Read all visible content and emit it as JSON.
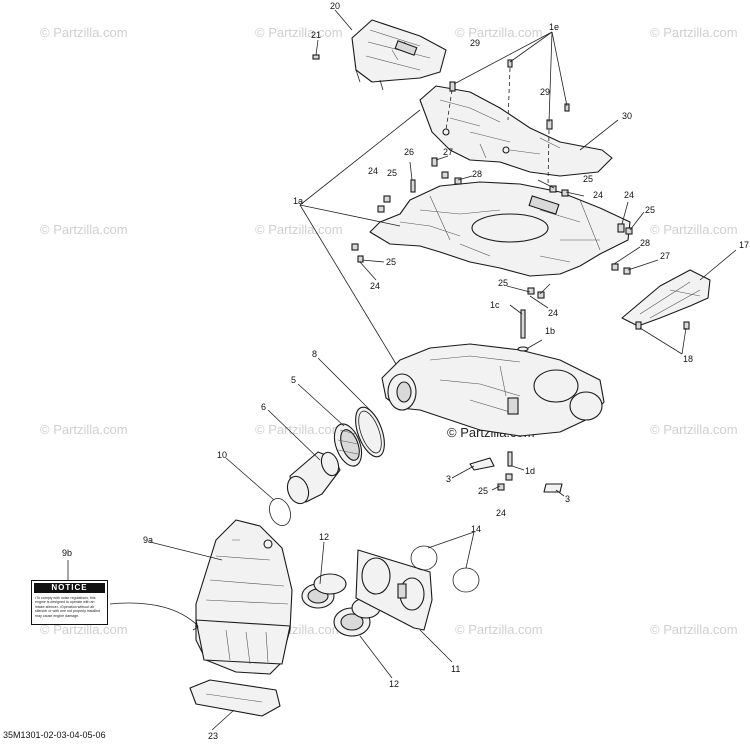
{
  "watermark": {
    "text": "© Partzilla.com",
    "center_text": "© Partzilla.com"
  },
  "notice": {
    "title": "NOTICE",
    "body": "•To comply with noise regulations, this engine is designed to operate with an intake silencer. •Operation without air silencer or with one not properly installed may cause engine damage."
  },
  "diagram_id": "35M1301-02-03-04-05-06",
  "callouts": {
    "c20": "20",
    "c21": "21",
    "c1e": "1e",
    "c29a": "29",
    "c29b": "29",
    "c30": "30",
    "c26": "26",
    "c27a": "27",
    "c28a": "28",
    "c25a": "25",
    "c24a": "24",
    "c25b": "25",
    "c24b": "24",
    "c1a": "1a",
    "c25c": "25",
    "c24c": "24",
    "c24d": "24",
    "c25d": "25",
    "c28b": "28",
    "c27b": "27",
    "c17": "17",
    "c25e": "25",
    "c24e": "24",
    "c1c": "1c",
    "c1b": "1b",
    "c18": "18",
    "c8": "8",
    "c5": "5",
    "c6": "6",
    "c10": "10",
    "c3a": "3",
    "c1d": "1d",
    "c25f": "25",
    "c24f": "24",
    "c3b": "3",
    "c9b": "9b",
    "c9a": "9a",
    "c12a": "12",
    "c14": "14",
    "c11": "11",
    "c12b": "12",
    "c23": "23"
  }
}
